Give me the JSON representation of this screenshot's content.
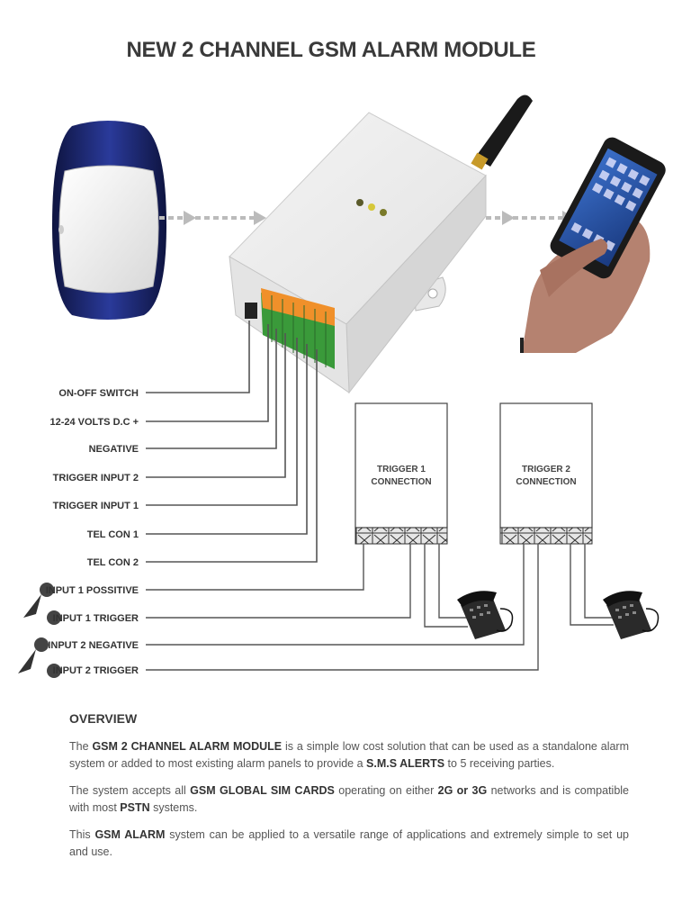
{
  "title": "NEW 2 CHANNEL GSM ALARM MODULE",
  "wire_labels": [
    "ON-OFF SWITCH",
    "12-24 VOLTS D.C +",
    "NEGATIVE",
    "TRIGGER INPUT 2",
    "TRIGGER INPUT 1",
    "TEL CON 1",
    "TEL CON 2",
    "INPUT 1 POSSITIVE",
    "INPUT 1 TRIGGER",
    "INPUT 2 NEGATIVE",
    "INPUT 2 TRIGGER"
  ],
  "trigger_boxes": [
    {
      "line1": "TRIGGER 1",
      "line2": "CONNECTION"
    },
    {
      "line1": "TRIGGER 2",
      "line2": "CONNECTION"
    }
  ],
  "overview": {
    "heading": "OVERVIEW",
    "p1": {
      "a": "The ",
      "b": "GSM 2 CHANNEL ALARM MODULE",
      "c": " is a simple low cost solution that can be used as a standalone alarm system or added to most existing alarm panels to provide a ",
      "d": "S.M.S ALERTS",
      "e": " to 5 receiving parties."
    },
    "p2": {
      "a": "The system accepts all ",
      "b": "GSM GLOBAL SIM CARDS",
      "c": " operating on either ",
      "d": "2G or 3G",
      "e": " networks and is compatible with most ",
      "f": "PSTN",
      "g": " systems."
    },
    "p3": {
      "a": "This ",
      "b": "GSM ALARM",
      "c": " system can be applied to a versatile range of applications and extremely simple to set up and use."
    }
  },
  "colors": {
    "wire": "#555555",
    "terminal_green": "#3a9a3a",
    "terminal_orange": "#f0902a",
    "siren_blue": "#1e2a6e"
  }
}
